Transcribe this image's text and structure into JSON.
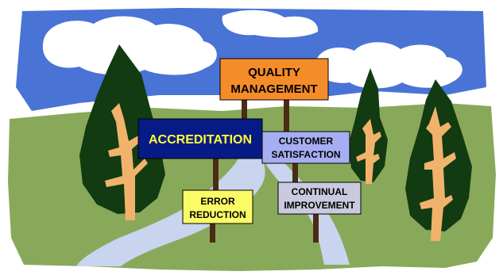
{
  "signs": {
    "quality": {
      "line1": "QUALITY",
      "line2": "MANAGEMENT"
    },
    "accreditation": {
      "label": "ACCREDITATION"
    },
    "customer": {
      "line1": "CUSTOMER",
      "line2": "SATISFACTION"
    },
    "error": {
      "line1": "ERROR",
      "line2": "REDUCTION"
    },
    "continual": {
      "line1": "CONTINUAL",
      "line2": "IMPROVEMENT"
    }
  },
  "colors": {
    "sky": "#4a73d6",
    "cloud": "#ffffff",
    "grass": "#89a95a",
    "river": "#c9d4ee",
    "tree_dark": "#123b12",
    "trunk": "#f1b36b",
    "post": "#4a2c16",
    "quality_sign": "#f58c2a",
    "accreditation_sign": "#071b86",
    "accreditation_text": "#ffff33",
    "customer_sign": "#a6aef2",
    "error_sign": "#fbfb66",
    "continual_sign": "#c9cadf"
  }
}
